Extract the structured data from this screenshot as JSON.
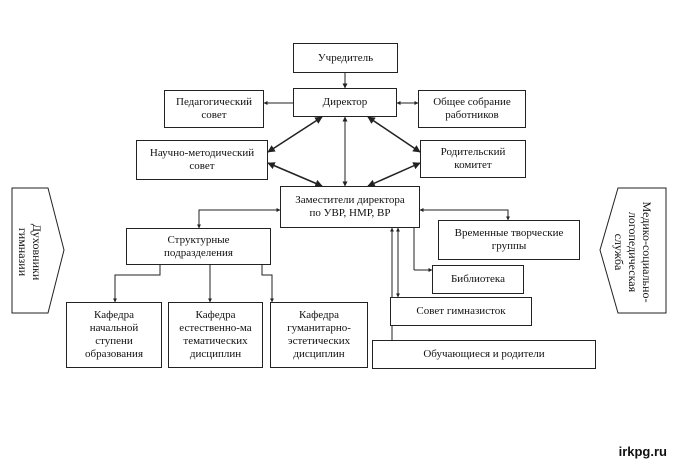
{
  "nodes": {
    "founder": "Учредитель",
    "director": "Директор",
    "ped_council": "Педагогический\nсовет",
    "general_meeting": "Общее собрание\nработников",
    "sci_council": "Научно-методический\nсовет",
    "parent_committee": "Родительский\nкомитет",
    "deputies": "Заместители директора\nпо УВР, НМР, ВР",
    "struct_units": "Структурные\nподразделения",
    "temp_groups": "Временные творческие\nгруппы",
    "library": "Библиотека",
    "student_council": "Совет гимназисток",
    "dept_primary": "Кафедра\nначальной\nступени\nобразования",
    "dept_science": "Кафедра\nестественно-ма\nтематических\nдисциплин",
    "dept_humanities": "Кафедра\nгуманитарно-\nэстетических\nдисциплин",
    "students_parents": "Обучающиеся и родители"
  },
  "side_labels": {
    "left": "Духовники\nгимназии",
    "right": "Медико-социально-\nлогопедическая\nслужба"
  },
  "watermark": "irkpg.ru"
}
